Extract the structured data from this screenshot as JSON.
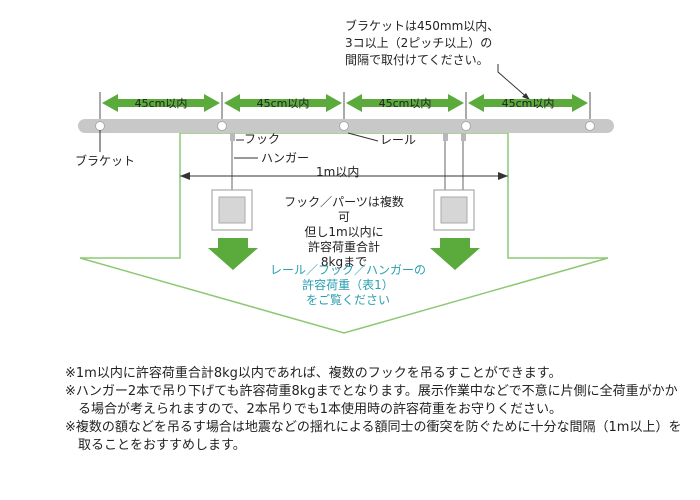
{
  "diagram": {
    "bracket_note": [
      "ブラケットは450mm以内、",
      "3コ以上（2ピッチ以上）の",
      "間隔で取付けてください。"
    ],
    "spacing_labels": [
      "45cm以内",
      "45cm以内",
      "45cm以内",
      "45cm以内"
    ],
    "hook_label": "フック",
    "rail_label": "レール",
    "hanger_label": "ハンガー",
    "bracket_label": "ブラケット",
    "span_label": "1m以内",
    "parts_note": [
      "フック／パーツは複数可",
      "但し1m以内に",
      "許容荷重合計",
      "8kgまで"
    ],
    "load_note": [
      "レール／フック／ハンガーの",
      "許容荷重（表1）",
      "をご覧ください"
    ],
    "colors": {
      "arrow_green": "#5aaa3c",
      "rail_gray": "#c8c8c8",
      "frame_fill": "#d6d6d6",
      "teal_text": "#2a9fb0"
    }
  },
  "notes": [
    "※1m以内に許容荷重合計8kg以内であれば、複数のフックを吊るすことができます。",
    "※ハンガー2本で吊り下げても許容荷重8kgまでとなります。展示作業中などで不意に片側に全荷重がかかる場合が考えられますので、2本吊りでも1本使用時の許容荷重をお守りください。",
    "※複数の額などを吊るす場合は地震などの揺れによる額同士の衝突を防ぐために十分な間隔（1m以上）を取ることをおすすめします。"
  ]
}
